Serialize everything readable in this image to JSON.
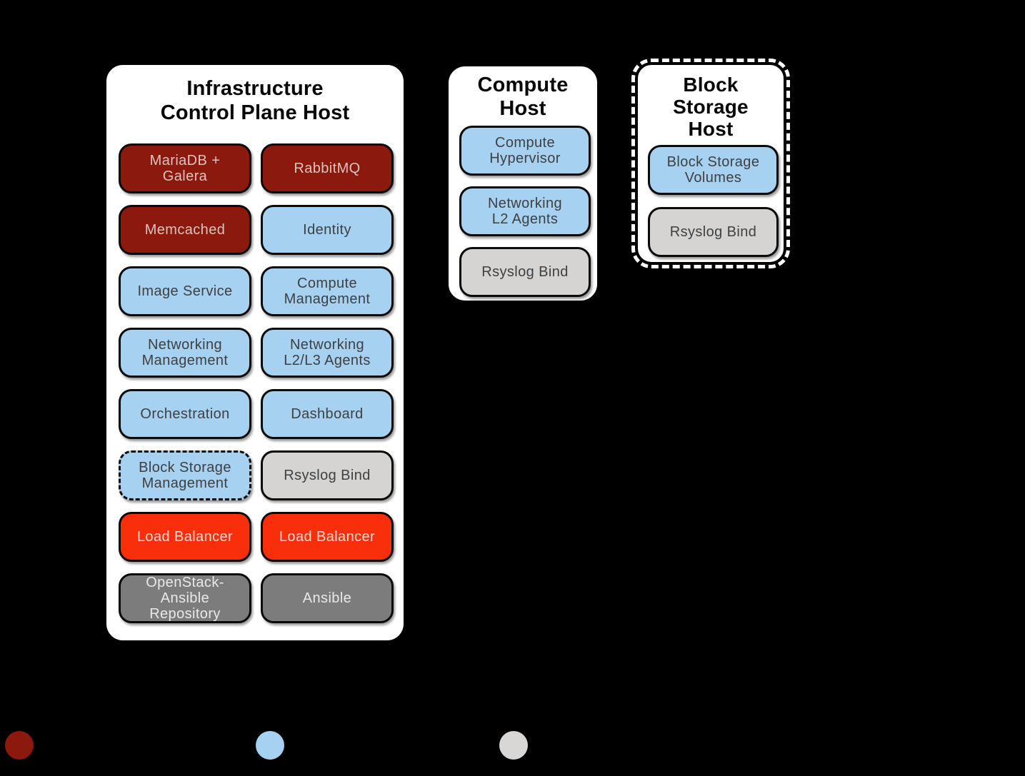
{
  "colors": {
    "background": "#000000",
    "host_background": "#FFFFFF",
    "box_border": "#0A0A0A",
    "galera_red": "#8B190D",
    "openstack_blue": "#A7D1F0",
    "rsyslog_gray": "#D5D4D2",
    "loadbalancer_red": "#F92F0B",
    "deployment_gray": "#7C7C7C"
  },
  "hosts": {
    "infrastructure": {
      "title": "Infrastructure\nControl Plane Host",
      "boxes": [
        {
          "label": "MariaDB +\nGalera",
          "color_key": "galera_red"
        },
        {
          "label": "RabbitMQ",
          "color_key": "galera_red"
        },
        {
          "label": "Memcached",
          "color_key": "galera_red"
        },
        {
          "label": "Identity",
          "color_key": "openstack_blue"
        },
        {
          "label": "Image Service",
          "color_key": "openstack_blue"
        },
        {
          "label": "Compute\nManagement",
          "color_key": "openstack_blue"
        },
        {
          "label": "Networking\nManagement",
          "color_key": "openstack_blue"
        },
        {
          "label": "Networking\nL2/L3 Agents",
          "color_key": "openstack_blue"
        },
        {
          "label": "Orchestration",
          "color_key": "openstack_blue"
        },
        {
          "label": "Dashboard",
          "color_key": "openstack_blue"
        },
        {
          "label": "Block Storage\nManagement",
          "color_key": "openstack_blue",
          "border_style": "dashed"
        },
        {
          "label": "Rsyslog Bind",
          "color_key": "rsyslog_gray"
        },
        {
          "label": "Load Balancer",
          "color_key": "loadbalancer_red"
        },
        {
          "label": "Load Balancer",
          "color_key": "loadbalancer_red"
        },
        {
          "label": "OpenStack-\nAnsible\nRepository",
          "color_key": "deployment_gray"
        },
        {
          "label": "Ansible",
          "color_key": "deployment_gray"
        }
      ]
    },
    "compute": {
      "title": "Compute\nHost",
      "boxes": [
        {
          "label": "Compute\nHypervisor",
          "color_key": "openstack_blue"
        },
        {
          "label": "Networking\nL2 Agents",
          "color_key": "openstack_blue"
        },
        {
          "label": "Rsyslog Bind",
          "color_key": "rsyslog_gray"
        }
      ]
    },
    "block_storage": {
      "title": "Block\nStorage\nHost",
      "border_style": "dashed",
      "boxes": [
        {
          "label": "Block Storage\nVolumes",
          "color_key": "openstack_blue"
        },
        {
          "label": "Rsyslog Bind",
          "color_key": "rsyslog_gray"
        }
      ]
    }
  },
  "legend": {
    "dots": [
      {
        "color": "#8B190D"
      },
      {
        "color": "#A7D1F0"
      },
      {
        "color": "#D8D7D5"
      }
    ]
  }
}
